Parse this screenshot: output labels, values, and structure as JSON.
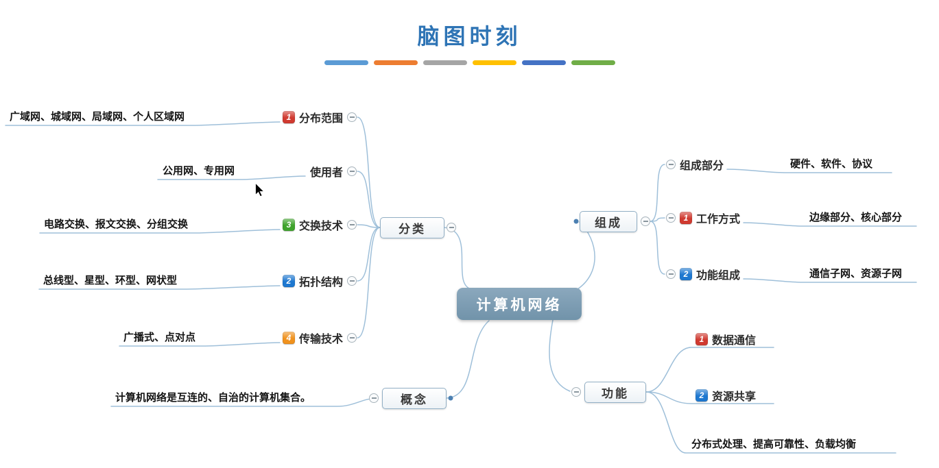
{
  "title": "脑图时刻",
  "palette": [
    "#5B9BD5",
    "#ED7D31",
    "#A5A5A5",
    "#FFC000",
    "#4472C4",
    "#70AD47"
  ],
  "root": {
    "label": "计算机网络"
  },
  "branches": {
    "fenlei": {
      "label": "分类"
    },
    "gainian": {
      "label": "概念",
      "leaf": "计算机网络是互连的、自治的计算机集合。"
    },
    "zucheng": {
      "label": "组成"
    },
    "gongneng": {
      "label": "功能"
    }
  },
  "fenlei_children": [
    {
      "badge": "1",
      "badge_color": "#D03A30",
      "topic": "分布范围",
      "leaf": "广域网、城域网、局域网、个人区域网"
    },
    {
      "badge": "",
      "badge_color": "",
      "topic": "使用者",
      "leaf": "公用网、专用网"
    },
    {
      "badge": "3",
      "badge_color": "#3FA32C",
      "topic": "交换技术",
      "leaf": "电路交换、报文交换、分组交换"
    },
    {
      "badge": "2",
      "badge_color": "#1E78D0",
      "topic": "拓扑结构",
      "leaf": "总线型、星型、环型、网状型"
    },
    {
      "badge": "4",
      "badge_color": "#F0921E",
      "topic": "传输技术",
      "leaf": "广播式、点对点"
    }
  ],
  "zucheng_children": [
    {
      "badge": "",
      "badge_color": "",
      "topic": "组成部分",
      "leaf": "硬件、软件、协议"
    },
    {
      "badge": "1",
      "badge_color": "#D03A30",
      "topic": "工作方式",
      "leaf": "边缘部分、核心部分"
    },
    {
      "badge": "2",
      "badge_color": "#1E78D0",
      "topic": "功能组成",
      "leaf": "通信子网、资源子网"
    }
  ],
  "gongneng_children": [
    {
      "badge": "1",
      "badge_color": "#D03A30",
      "topic": "数据通信"
    },
    {
      "badge": "2",
      "badge_color": "#1E78D0",
      "topic": "资源共享"
    },
    {
      "badge": "",
      "badge_color": "",
      "topic": "分布式处理、提高可靠性、负载均衡"
    }
  ],
  "icons": {
    "collapse": "minus-circle",
    "connector_color": "#9EBFD9",
    "dot_color": "#4C80B2"
  }
}
